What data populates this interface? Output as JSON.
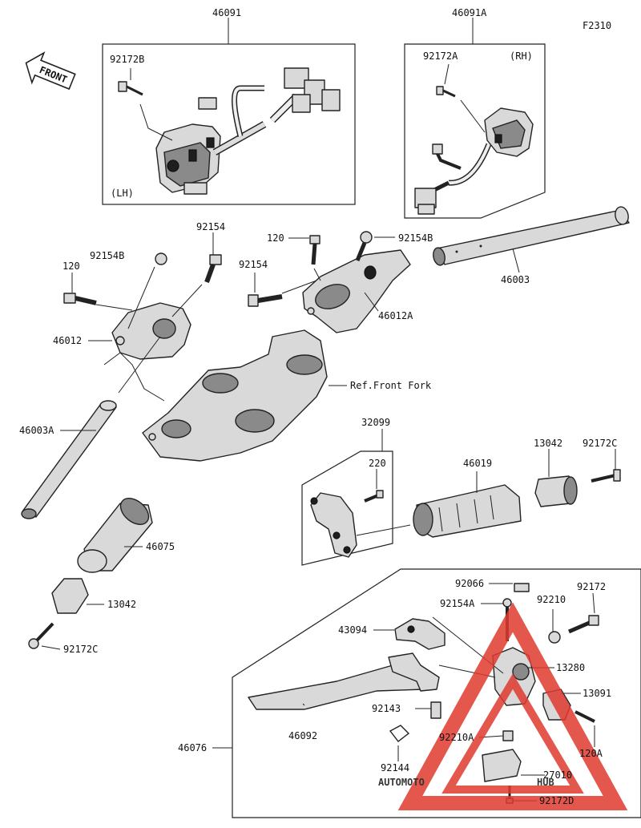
{
  "figure_code": "F2310",
  "front_label": "FRONT",
  "ref_note": "Ref.Front Fork",
  "side_lh": "(LH)",
  "side_rh": "(RH)",
  "watermark": {
    "part1": "AUTOMOTO",
    "part2": "HUB",
    "color_red": "#e03a2f",
    "color_orange": "#f0a02a",
    "color_grey": "#777777"
  },
  "parts": {
    "p46091": "46091",
    "p92172B": "92172B",
    "p46091A": "46091A",
    "p92172A": "92172A",
    "p120_left": "120",
    "p92154B_left": "92154B",
    "p92154_left": "92154",
    "p120_right": "120",
    "p92154B_right": "92154B",
    "p92154_right": "92154",
    "p46003": "46003",
    "p46012A": "46012A",
    "p46012": "46012",
    "p46003A": "46003A",
    "p32099": "32099",
    "p220": "220",
    "p46019": "46019",
    "p13042_right": "13042",
    "p92172C_right": "92172C",
    "p46075": "46075",
    "p13042_left": "13042",
    "p92172C_left": "92172C",
    "p92066": "92066",
    "p92154A": "92154A",
    "p92210": "92210",
    "p92172": "92172",
    "p43094": "43094",
    "p13280": "13280",
    "p13091": "13091",
    "p92143": "92143",
    "p46092": "46092",
    "p92210A": "92210A",
    "p120A": "120A",
    "p46076": "46076",
    "p92144": "92144",
    "p27010": "27010",
    "p92172D": "92172D"
  }
}
